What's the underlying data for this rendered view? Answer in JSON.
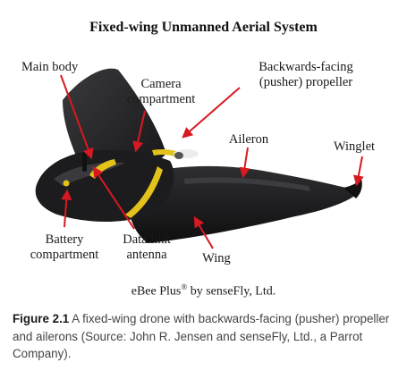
{
  "title": "Fixed-wing Unmanned Aerial System",
  "labels": {
    "main_body": "Main body",
    "camera_1": "Camera",
    "camera_2": "compartment",
    "propeller_1": "Backwards-facing",
    "propeller_2": "(pusher) propeller",
    "aileron": "Aileron",
    "winglet": "Winglet",
    "battery_1": "Battery",
    "battery_2": "compartment",
    "datalink_1": "Data link",
    "datalink_2": "antenna",
    "wing": "Wing"
  },
  "model": {
    "name": "eBee Plus",
    "mark": "®",
    "by": " by senseFly, Ltd."
  },
  "caption": {
    "label": "Figure 2.1",
    "text": " A fixed-wing drone with backwards-facing (pusher) propeller and ailerons (Source: John R. Jensen and senseFly, Ltd., a Parrot Company)."
  },
  "colors": {
    "arrow": "#d71920",
    "body": "#1c1c1e",
    "accent": "#e3c21a"
  }
}
